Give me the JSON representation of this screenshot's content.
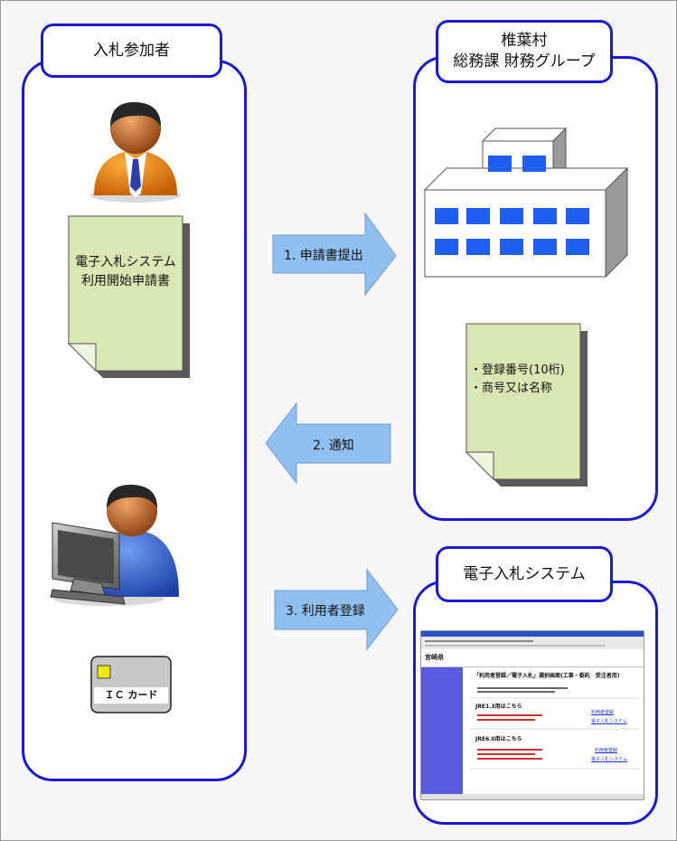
{
  "bidder": {
    "title": "入札参加者",
    "document_lines": [
      "電子入札システム",
      "利用開始申請書"
    ],
    "ic_card_label": "ＩＣ カード"
  },
  "office": {
    "title_lines": [
      "椎葉村",
      "総務課 財務グループ"
    ],
    "document_lines": [
      "・登録番号(10桁)",
      "・商号又は名称"
    ]
  },
  "system": {
    "title": "電子入札システム"
  },
  "arrows": [
    {
      "label": "1. 申請書提出",
      "direction": "right"
    },
    {
      "label": "2. 通知",
      "direction": "left"
    },
    {
      "label": "3. 利用者登録",
      "direction": "right"
    }
  ],
  "screenshot": {
    "heading": "「利用者登録／電子入札」選択画面(工事・委託　受注者用)",
    "section1": "JRE1.3用はこちら",
    "section2": "JRE6.0用はこちら",
    "link_user_registration": "利用者登録",
    "link_ebid_system": "電子入札システム",
    "logo_text": "宮崎県"
  },
  "colors": {
    "panel_border": "#1a1ad6",
    "arrow_fill": "#8fc0f0",
    "doc_fill": "#d9e8b3",
    "window_blue": "#1f5ff0"
  }
}
